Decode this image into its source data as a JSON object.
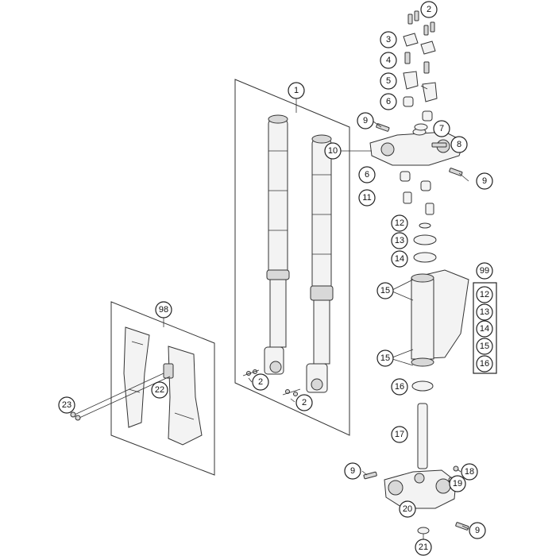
{
  "callouts": {
    "c_2_top": "2",
    "c_3": "3",
    "c_4": "4",
    "c_5": "5",
    "c_6_top": "6",
    "c_7": "7",
    "c_8": "8",
    "c_9_a": "9",
    "c_10": "10",
    "c_6_mid": "6",
    "c_9_b": "9",
    "c_11": "11",
    "c_12": "12",
    "c_13": "13",
    "c_14": "14",
    "c_1": "1",
    "c_15_a": "15",
    "c_15_b": "15",
    "c_16": "16",
    "c_17": "17",
    "c_9_c": "9",
    "c_18": "18",
    "c_19": "19",
    "c_20": "20",
    "c_9_d": "9",
    "c_21": "21",
    "c_98": "98",
    "c_22": "22",
    "c_23": "23",
    "c_2_fork_a": "2",
    "c_2_fork_b": "2",
    "c_99": "99"
  },
  "kit_99": [
    "12",
    "13",
    "14",
    "15",
    "16"
  ]
}
